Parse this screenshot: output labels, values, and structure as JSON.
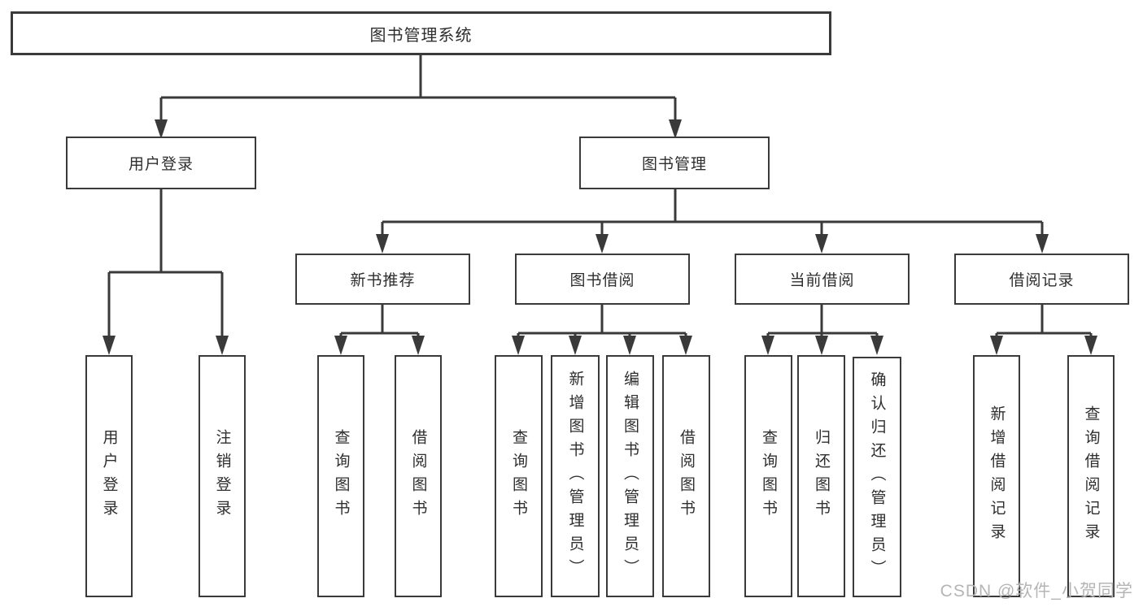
{
  "title": "图书管理系统",
  "branches": {
    "user_login": "用户登录",
    "book_mgmt": "图书管理",
    "new_book_rec": "新书推荐",
    "book_borrow": "图书借阅",
    "current_borrow": "当前借阅",
    "borrow_records": "借阅记录"
  },
  "leaves": {
    "user_login": "用户登录",
    "logout": "注销登录",
    "rec_query_books": "查询图书",
    "rec_borrow_books": "借阅图书",
    "bb_query_books": "查询图书",
    "bb_add_books": "新增图书（管理员）",
    "bb_edit_books": "编辑图书（管理员）",
    "bb_borrow_books": "借阅图书",
    "cb_query_books": "查询图书",
    "cb_return_books": "归还图书",
    "cb_confirm_return": "确认归还（管理员）",
    "br_add_record": "新增借阅记录",
    "br_query_record": "查询借阅记录"
  },
  "watermark": "CSDN @软件_小贺同学",
  "colors": {
    "line": "#3a3a3a",
    "box_background": "#ffffff",
    "text": "#2e2e2e",
    "watermark": "#b5b5b5"
  }
}
